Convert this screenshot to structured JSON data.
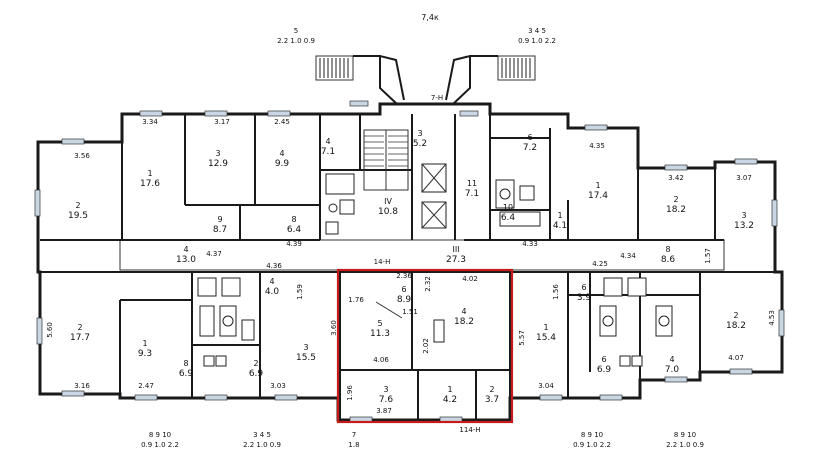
{
  "drawing": {
    "code_top": "7,4к",
    "axis_labels": {
      "top": "7-Н",
      "corridor": "14-Н",
      "bottom": "114-Н"
    },
    "stair_marks": [
      {
        "num": "5",
        "area": "2.2  1.0  0.9"
      },
      {
        "num": "3  4  5",
        "area": "0.9  1.0  2.2"
      }
    ],
    "bottom_marks": [
      {
        "num": "8  9  10",
        "area": "0.9  1.0  2.2"
      },
      {
        "num": "3  4  5",
        "area": "2.2  1.0  0.9"
      },
      {
        "num": "7",
        "area": "1.8"
      },
      {
        "num": "8  9  10",
        "area": "0.9  1.0  2.2"
      },
      {
        "num": "8  9  10",
        "area": "2.2  1.0  0.9"
      }
    ]
  },
  "rooms": [
    {
      "num": "2",
      "area": "19.5"
    },
    {
      "num": "1",
      "area": "17.6"
    },
    {
      "num": "3",
      "area": "12.9"
    },
    {
      "num": "4",
      "area": "9.9"
    },
    {
      "num": "9",
      "area": "8.7"
    },
    {
      "num": "8",
      "area": "6.4"
    },
    {
      "num": "4",
      "area": "7.1"
    },
    {
      "num": "IV",
      "area": "10.8"
    },
    {
      "num": "3",
      "area": "5.2"
    },
    {
      "num": "11",
      "area": "7.1"
    },
    {
      "num": "6",
      "area": "7.2"
    },
    {
      "num": "1",
      "area": "17.4"
    },
    {
      "num": "2",
      "area": "18.2"
    },
    {
      "num": "3",
      "area": "13.2"
    },
    {
      "num": "4",
      "area": "13.0"
    },
    {
      "num": "III",
      "area": "27.3"
    },
    {
      "num": "8",
      "area": "8.6"
    },
    {
      "num": "2",
      "area": "17.7"
    },
    {
      "num": "1",
      "area": "9.3"
    },
    {
      "num": "8",
      "area": "6.9"
    },
    {
      "num": "2",
      "area": "6.9"
    },
    {
      "num": "3",
      "area": "15.5"
    },
    {
      "num": "4",
      "area": "4.0"
    },
    {
      "num": "5",
      "area": "11.3"
    },
    {
      "num": "6",
      "area": "8.9"
    },
    {
      "num": "4",
      "area": "18.2"
    },
    {
      "num": "1",
      "area": "15.4"
    },
    {
      "num": "6",
      "area": "6.9"
    },
    {
      "num": "4",
      "area": "7.0"
    },
    {
      "num": "2",
      "area": "18.2"
    },
    {
      "num": "3",
      "area": "7.6"
    },
    {
      "num": "1",
      "area": "4.2"
    },
    {
      "num": "2",
      "area": "3.7"
    },
    {
      "num": "1",
      "area": "4.1"
    },
    {
      "num": "10",
      "area": "6.4"
    },
    {
      "num": "6",
      "area": "3.9"
    }
  ],
  "dimensions": [
    "3.34",
    "3.17",
    "2.45",
    "3.56",
    "4.37",
    "4.39",
    "4.36",
    "2.36",
    "4.02",
    "1.76",
    "1.51",
    "4.06",
    "3.87",
    "4.35",
    "4.34",
    "4.25",
    "3.42",
    "3.07",
    "2.47",
    "3.16",
    "3.03",
    "4.33",
    "4.07",
    "2.32",
    "3.60",
    "1.96",
    "1.56",
    "1.57",
    "1.59",
    "5.57",
    "5.60",
    "4.53",
    "3.04",
    "2.02"
  ],
  "selection": {
    "color": "#c61b1b"
  }
}
